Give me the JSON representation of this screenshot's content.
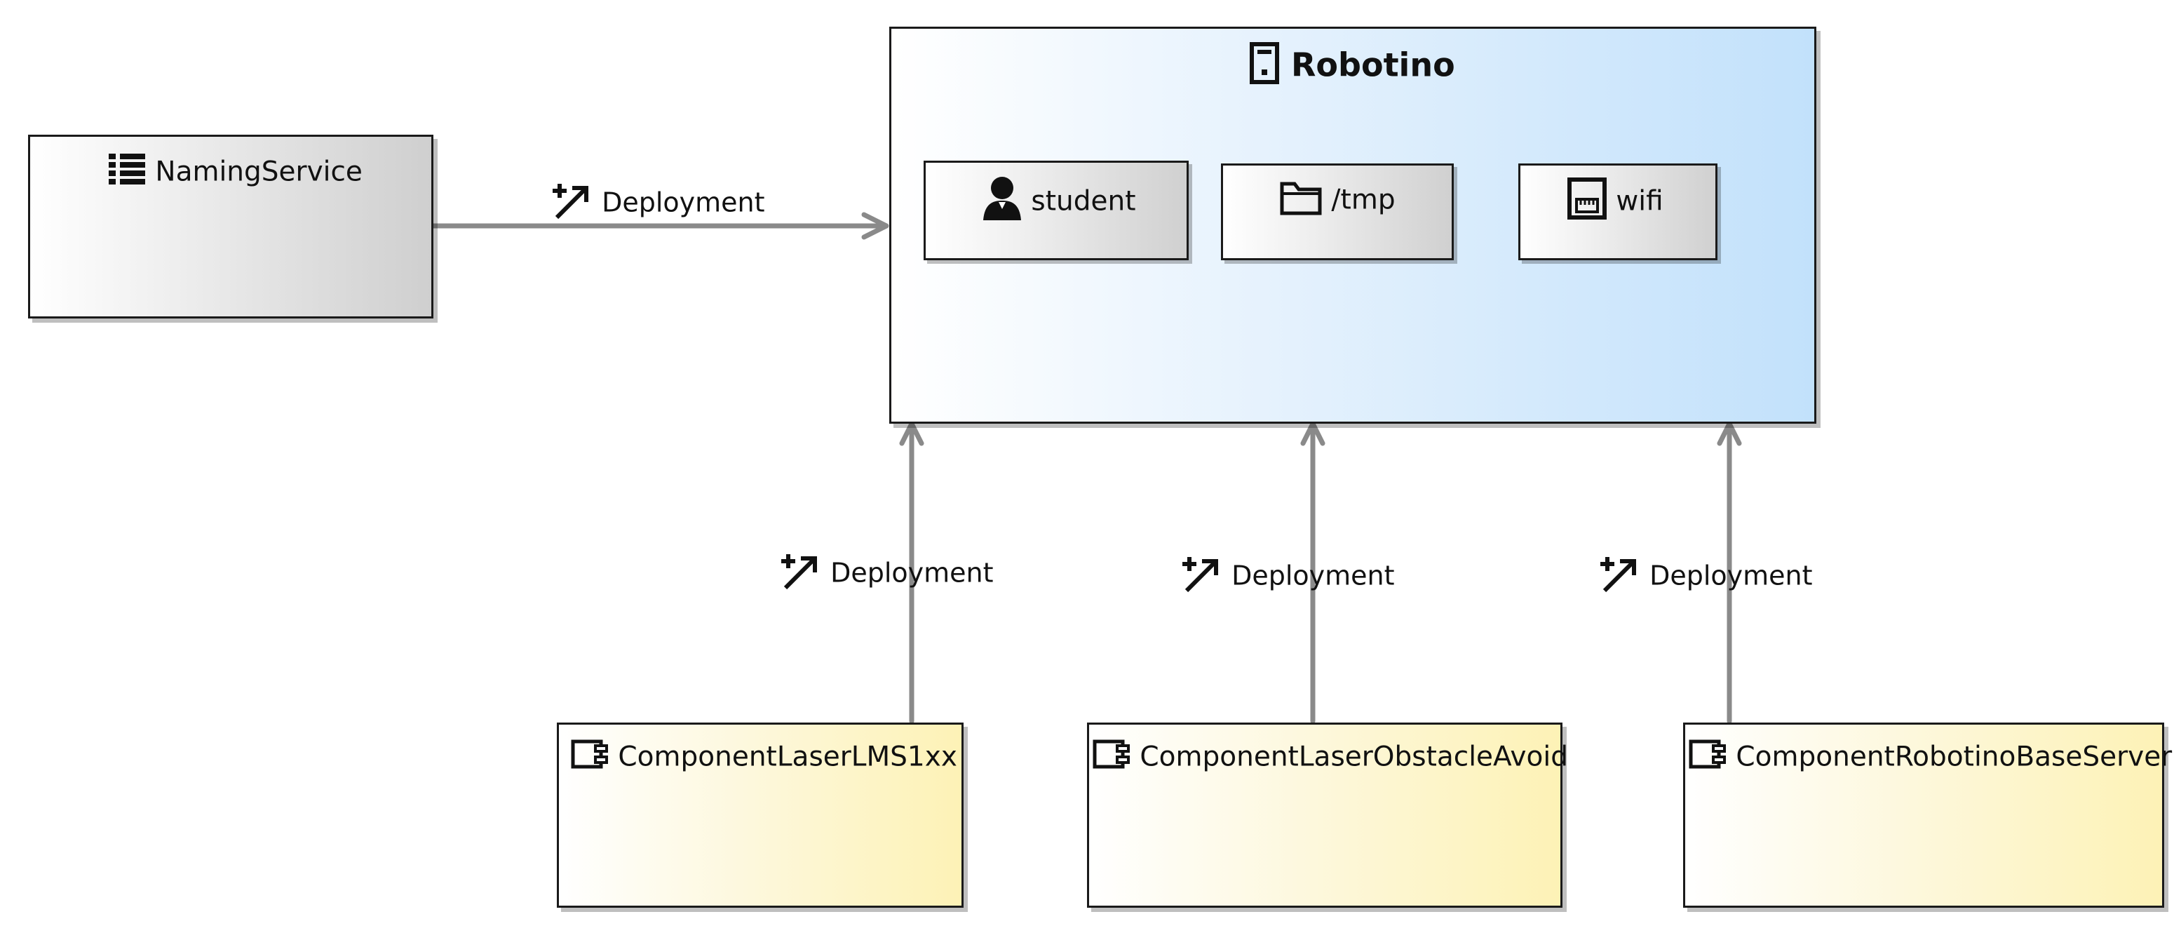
{
  "nodes": {
    "naming_service": {
      "label": "NamingService",
      "icon": "list-icon"
    },
    "robotino": {
      "label": "Robotino",
      "icon": "device-icon",
      "children": {
        "student": {
          "label": "student",
          "icon": "user-icon"
        },
        "tmp": {
          "label": "/tmp",
          "icon": "folder-icon"
        },
        "wifi": {
          "label": "wifi",
          "icon": "network-port-icon"
        }
      }
    },
    "components": [
      {
        "label": "ComponentLaserLMS1xx",
        "icon": "component-icon"
      },
      {
        "label": "ComponentLaserObstacleAvoid",
        "icon": "component-icon"
      },
      {
        "label": "ComponentRobotinoBaseServer",
        "icon": "component-icon"
      }
    ]
  },
  "edges": [
    {
      "from": "NamingService",
      "to": "Robotino",
      "label": "Deployment",
      "icon": "deployment-icon"
    },
    {
      "from": "ComponentLaserLMS1xx",
      "to": "Robotino",
      "label": "Deployment",
      "icon": "deployment-icon"
    },
    {
      "from": "ComponentLaserObstacleAvoid",
      "to": "Robotino",
      "label": "Deployment",
      "icon": "deployment-icon"
    },
    {
      "from": "ComponentRobotinoBaseServer",
      "to": "Robotino",
      "label": "Deployment",
      "icon": "deployment-icon"
    }
  ],
  "colors": {
    "edge": "#8a8a8a",
    "border": "#1a1a1a",
    "robotino_fill": "#c2e1fb",
    "component_fill": "#fdf2b6",
    "gray_fill": "#cfcfcf"
  }
}
